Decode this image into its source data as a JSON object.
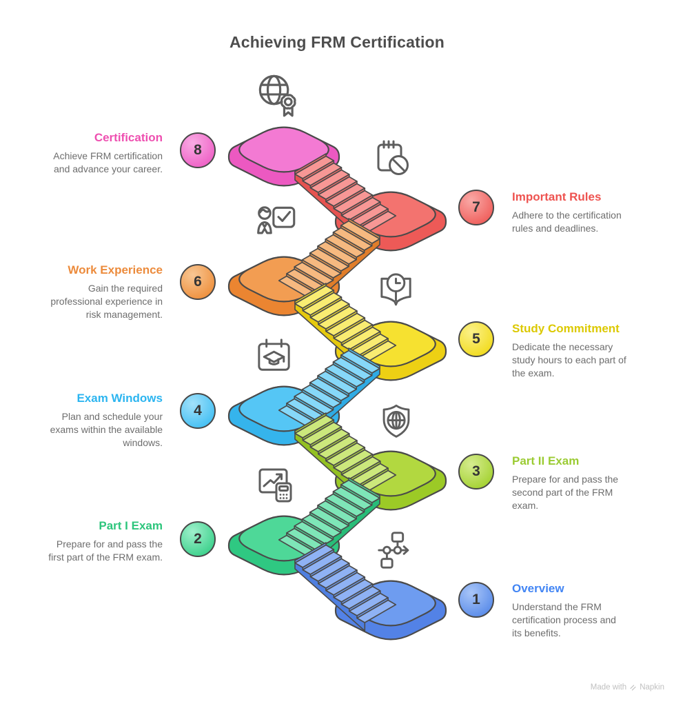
{
  "title": "Achieving FRM Certification",
  "footer": {
    "label": "Made with",
    "brand": "Napkin"
  },
  "colors": {
    "outline": "#4a4a4a",
    "background": "#ffffff",
    "text_title": "#4d4d4d",
    "text_body": "#6d6d6d",
    "badge_number": "#363636",
    "icon_stroke": "#5e5e5e",
    "footer_text": "#c0c0c0"
  },
  "steps": [
    {
      "number": "1",
      "title": "Overview",
      "description": "Understand the FRM certification process and its benefits.",
      "side": "right",
      "icon": "flowchart-icon",
      "colors": {
        "title": "#4285f4",
        "platform_top": "#6e9cf0",
        "platform_side": "#5382e6",
        "stair_tread": "#8fb2f4",
        "stair_riser": "#6d9bef",
        "stair_side": "#4f7fe0",
        "badge_from": "#a9c6f8",
        "badge_to": "#5d8eea"
      }
    },
    {
      "number": "2",
      "title": "Part I Exam",
      "description": "Prepare for and pass the first part of the FRM exam.",
      "side": "left",
      "icon": "chart-calculator-icon",
      "colors": {
        "title": "#2dc57c",
        "platform_top": "#4ed898",
        "platform_side": "#2fc882",
        "stair_tread": "#7ee6b8",
        "stair_riser": "#4cd796",
        "stair_side": "#28bd78",
        "badge_from": "#9ff0cc",
        "badge_to": "#40d28e"
      }
    },
    {
      "number": "3",
      "title": "Part II Exam",
      "description": "Prepare for and pass the second part of the FRM exam.",
      "side": "right",
      "icon": "shield-globe-icon",
      "colors": {
        "title": "#9bcb33",
        "platform_top": "#b2d840",
        "platform_side": "#9cca26",
        "stair_tread": "#cce87c",
        "stair_riser": "#aed63e",
        "stair_side": "#93c022",
        "badge_from": "#d6ec90",
        "badge_to": "#a6d335"
      }
    },
    {
      "number": "4",
      "title": "Exam Windows",
      "description": "Plan and schedule your exams within the available windows.",
      "side": "left",
      "icon": "calendar-graduation-icon",
      "colors": {
        "title": "#2cb5f0",
        "platform_top": "#55c6f5",
        "platform_side": "#35b4ec",
        "stair_tread": "#86d8f9",
        "stair_riser": "#52c5f4",
        "stair_side": "#2fabe4",
        "badge_from": "#a2e1fa",
        "badge_to": "#47c1f4"
      }
    },
    {
      "number": "5",
      "title": "Study Commitment",
      "description": "Dedicate the necessary study hours to each part of the exam.",
      "side": "right",
      "icon": "book-clock-icon",
      "colors": {
        "title": "#dcc902",
        "platform_top": "#f6e130",
        "platform_side": "#edd014",
        "stair_tread": "#f9ec72",
        "stair_riser": "#f5e02c",
        "stair_side": "#e5c90e",
        "badge_from": "#fbf18a",
        "badge_to": "#f2dc22"
      }
    },
    {
      "number": "6",
      "title": "Work Experience",
      "description": "Gain the required professional experience in risk management.",
      "side": "left",
      "icon": "person-check-icon",
      "colors": {
        "title": "#ec8b3c",
        "platform_top": "#f29d52",
        "platform_side": "#eb8531",
        "stair_tread": "#f6b980",
        "stair_riser": "#f19b4e",
        "stair_side": "#e07d2a",
        "badge_from": "#f8c794",
        "badge_to": "#ef9240"
      }
    },
    {
      "number": "7",
      "title": "Important Rules",
      "description": "Adhere to the certification rules and deadlines.",
      "side": "right",
      "icon": "calendar-blocked-icon",
      "colors": {
        "title": "#ee5350",
        "platform_top": "#f3736f",
        "platform_side": "#ed5a57",
        "stair_tread": "#f79795",
        "stair_riser": "#f26f6c",
        "stair_side": "#e55350",
        "badge_from": "#f9aaa7",
        "badge_to": "#f0615e"
      }
    },
    {
      "number": "8",
      "title": "Certification",
      "description": "Achieve FRM certification and advance your career.",
      "side": "left",
      "icon": "globe-award-icon",
      "colors": {
        "title": "#ee4fb0",
        "platform_top": "#f37ad3",
        "platform_side": "#ec59c1",
        "stair_tread": "#f8a5e3",
        "stair_riser": "#f176cf",
        "stair_side": "#e04eb5",
        "badge_from": "#f9ace4",
        "badge_to": "#ef63c7"
      }
    }
  ]
}
